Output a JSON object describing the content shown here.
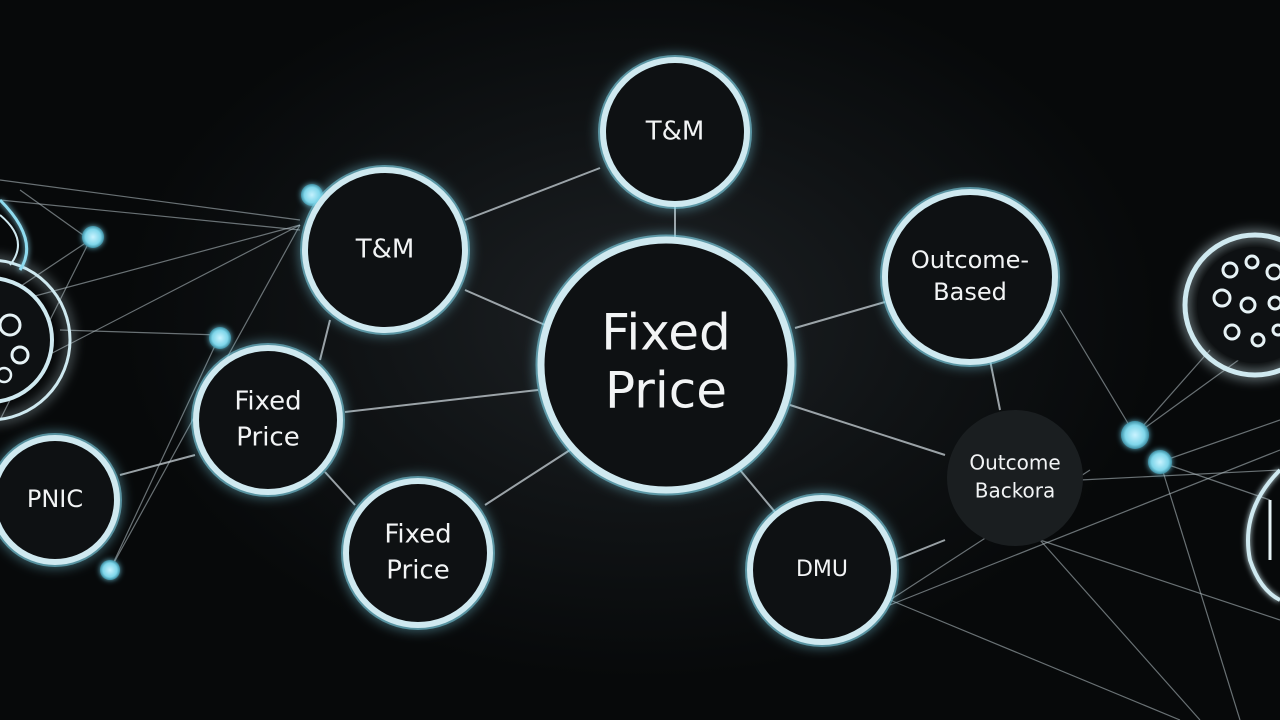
{
  "colors": {
    "background": "#0b0d0f",
    "node_fill": "#0e1113",
    "node_ring": "#cfe9f0",
    "node_glow": "#7fd6ea",
    "accent_dot": "#8fdcf0",
    "edge": "#c9d3d8",
    "text": "#f2f4f5"
  },
  "nodes": {
    "center": {
      "lines": [
        "Fixed",
        "Price"
      ]
    },
    "top": {
      "lines": [
        "T&M"
      ]
    },
    "upper_left": {
      "lines": [
        "T&M"
      ]
    },
    "left_mid": {
      "lines": [
        "Fixed",
        "Price"
      ]
    },
    "lower_left": {
      "lines": [
        "Fixed",
        "Price"
      ]
    },
    "far_left": {
      "lines": [
        "PNIC"
      ]
    },
    "right_upper": {
      "lines": [
        "Outcome-",
        "Based"
      ]
    },
    "right_lower": {
      "lines": [
        "Outcome",
        "Backora"
      ]
    },
    "bottom_right": {
      "lines": [
        "DMU"
      ]
    }
  },
  "decor": {
    "right_edge_emblem": "cluster-icon",
    "left_edge_emblem": "gear-cluster-icon"
  }
}
